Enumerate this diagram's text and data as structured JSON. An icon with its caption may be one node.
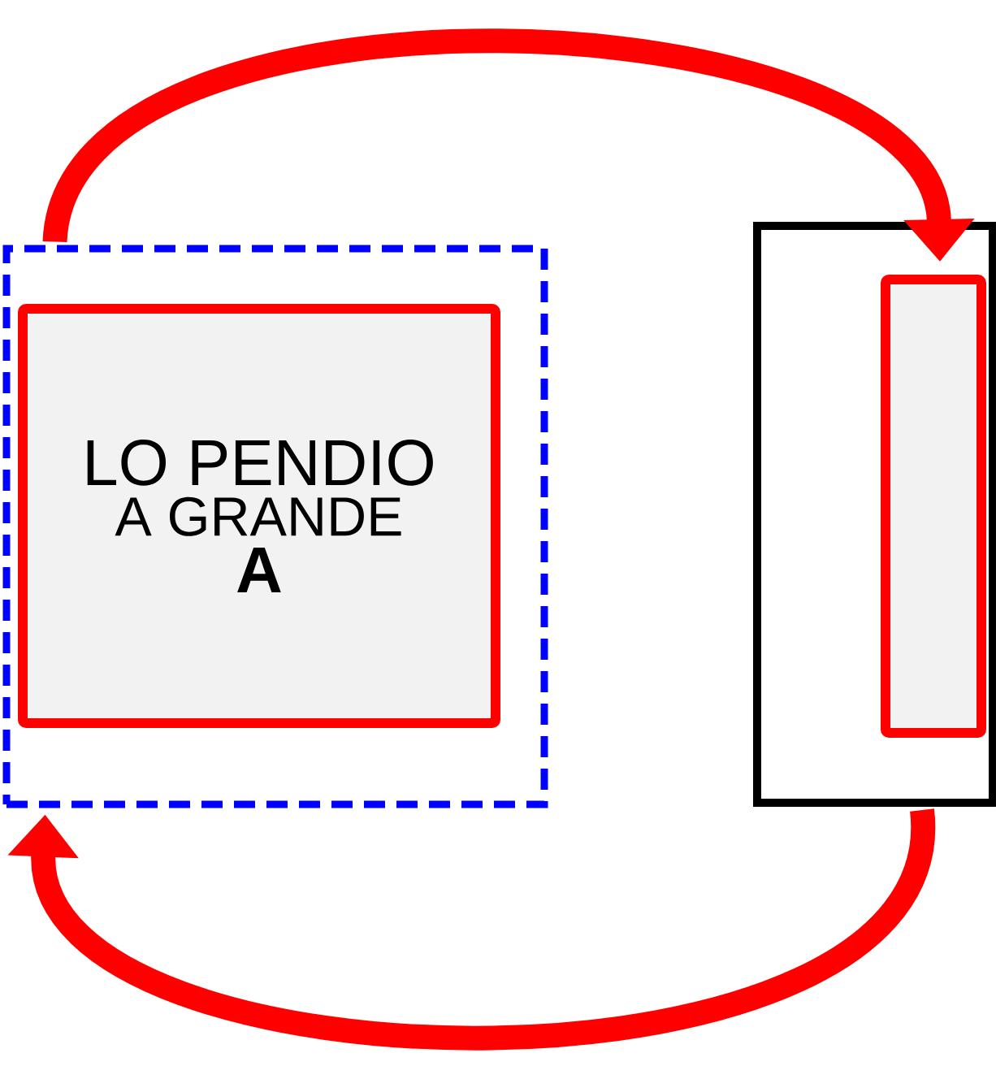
{
  "diagram": {
    "nodes": [
      {
        "text": [],
        "shape": "box"
      },
      {
        "text": [
          "LO PENDIO",
          "A GRANDE",
          "**A**"
        ],
        "in": 0
      },
      {
        "text": [],
        "shape": "box"
      },
      {
        "text": [],
        "shape": "box",
        "in": 2
      }
    ],
    "edges": [
      {
        "from": 0,
        "to": 3,
        "arrow": "to"
      },
      {
        "from": 2,
        "to": 0,
        "arrow": "to"
      }
    ]
  }
}
